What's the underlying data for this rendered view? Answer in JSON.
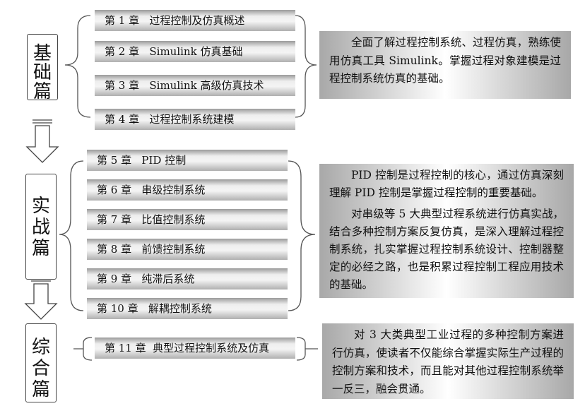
{
  "sections": [
    {
      "label": "基础篇",
      "chapters": [
        "第 1 章   过程控制及仿真概述",
        "第 2 章   Simulink 仿真基础",
        "第 3 章   Simulink 高级仿真技术",
        "第 4 章   过程控制系统建模"
      ],
      "description": [
        "全面了解过程控制系统、过程仿真，熟练使用仿真工具 Simulink。掌握过程对象建模是过程控制系统仿真的基础。"
      ]
    },
    {
      "label": "实战篇",
      "chapters": [
        "第 5 章   PID 控制",
        "第 6 章   串级控制系统",
        "第 7 章   比值控制系统",
        "第 8 章   前馈控制系统",
        "第 9 章   纯滞后系统",
        "第 10 章   解耦控制系统"
      ],
      "description": [
        "PID 控制是过程控制的核心，通过仿真深刻理解 PID 控制是掌握过程控制的重要基础。",
        "对串级等 5 大典型过程系统进行仿真实战，结合多种控制方案反复仿真，是深入理解过程控制系统，扎实掌握过程控制系统设计、控制器整定的必经之路，也是积累过程控制工程应用技术的基础。"
      ]
    },
    {
      "label": "综合篇",
      "chapters": [
        "第 11 章  典型过程控制系统及仿真"
      ],
      "description": [
        "对 3 大类典型工业过程的多种控制方案进行仿真，使读者不仅能综合掌握实际生产过程的控制方案和技术，而且能对其他过程控制系统举一反三，融会贯通。"
      ]
    }
  ]
}
